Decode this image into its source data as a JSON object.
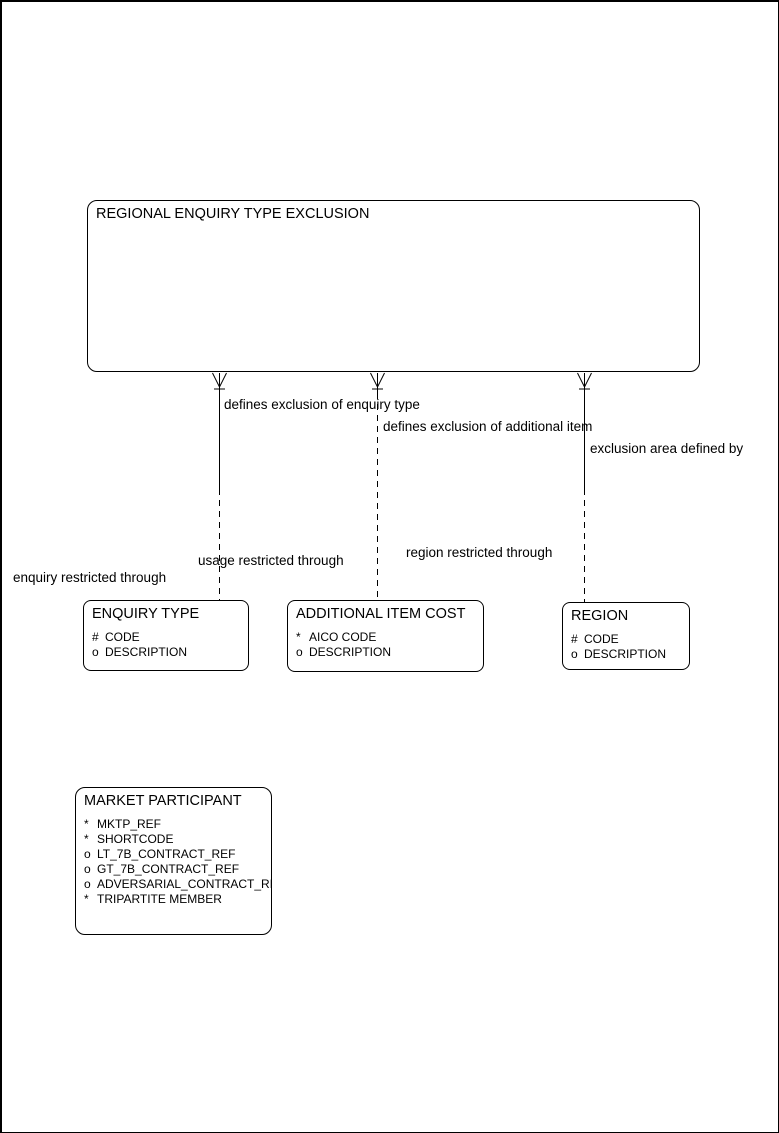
{
  "page": {
    "background_color": "#ffffff",
    "line_color": "#000000"
  },
  "main_entity": {
    "title": "REGIONAL ENQUIRY TYPE EXCLUSION"
  },
  "relationships": [
    {
      "top_label": "defines exclusion of enquiry type",
      "bottom_label": "enquiry restricted through"
    },
    {
      "top_label": "defines exclusion of additional item",
      "bottom_label": "usage restricted through"
    },
    {
      "top_label": "exclusion area defined by",
      "bottom_label": "region restricted through"
    }
  ],
  "entities": [
    {
      "title": "ENQUIRY TYPE",
      "attributes": [
        {
          "marker": "#",
          "name": "CODE"
        },
        {
          "marker": "o",
          "name": "DESCRIPTION"
        }
      ]
    },
    {
      "title": "ADDITIONAL ITEM COST",
      "attributes": [
        {
          "marker": "*",
          "name": "AICO CODE"
        },
        {
          "marker": "o",
          "name": "DESCRIPTION"
        }
      ]
    },
    {
      "title": "REGION",
      "attributes": [
        {
          "marker": "#",
          "name": "CODE"
        },
        {
          "marker": "o",
          "name": "DESCRIPTION"
        }
      ]
    },
    {
      "title": "MARKET PARTICIPANT",
      "attributes": [
        {
          "marker": "*",
          "name": "MKTP_REF"
        },
        {
          "marker": "*",
          "name": "SHORTCODE"
        },
        {
          "marker": "o",
          "name": "LT_7B_CONTRACT_REF"
        },
        {
          "marker": "o",
          "name": "GT_7B_CONTRACT_REF"
        },
        {
          "marker": "o",
          "name": "ADVERSARIAL_CONTRACT_RE"
        },
        {
          "marker": "*",
          "name": "TRIPARTITE MEMBER"
        }
      ]
    }
  ]
}
